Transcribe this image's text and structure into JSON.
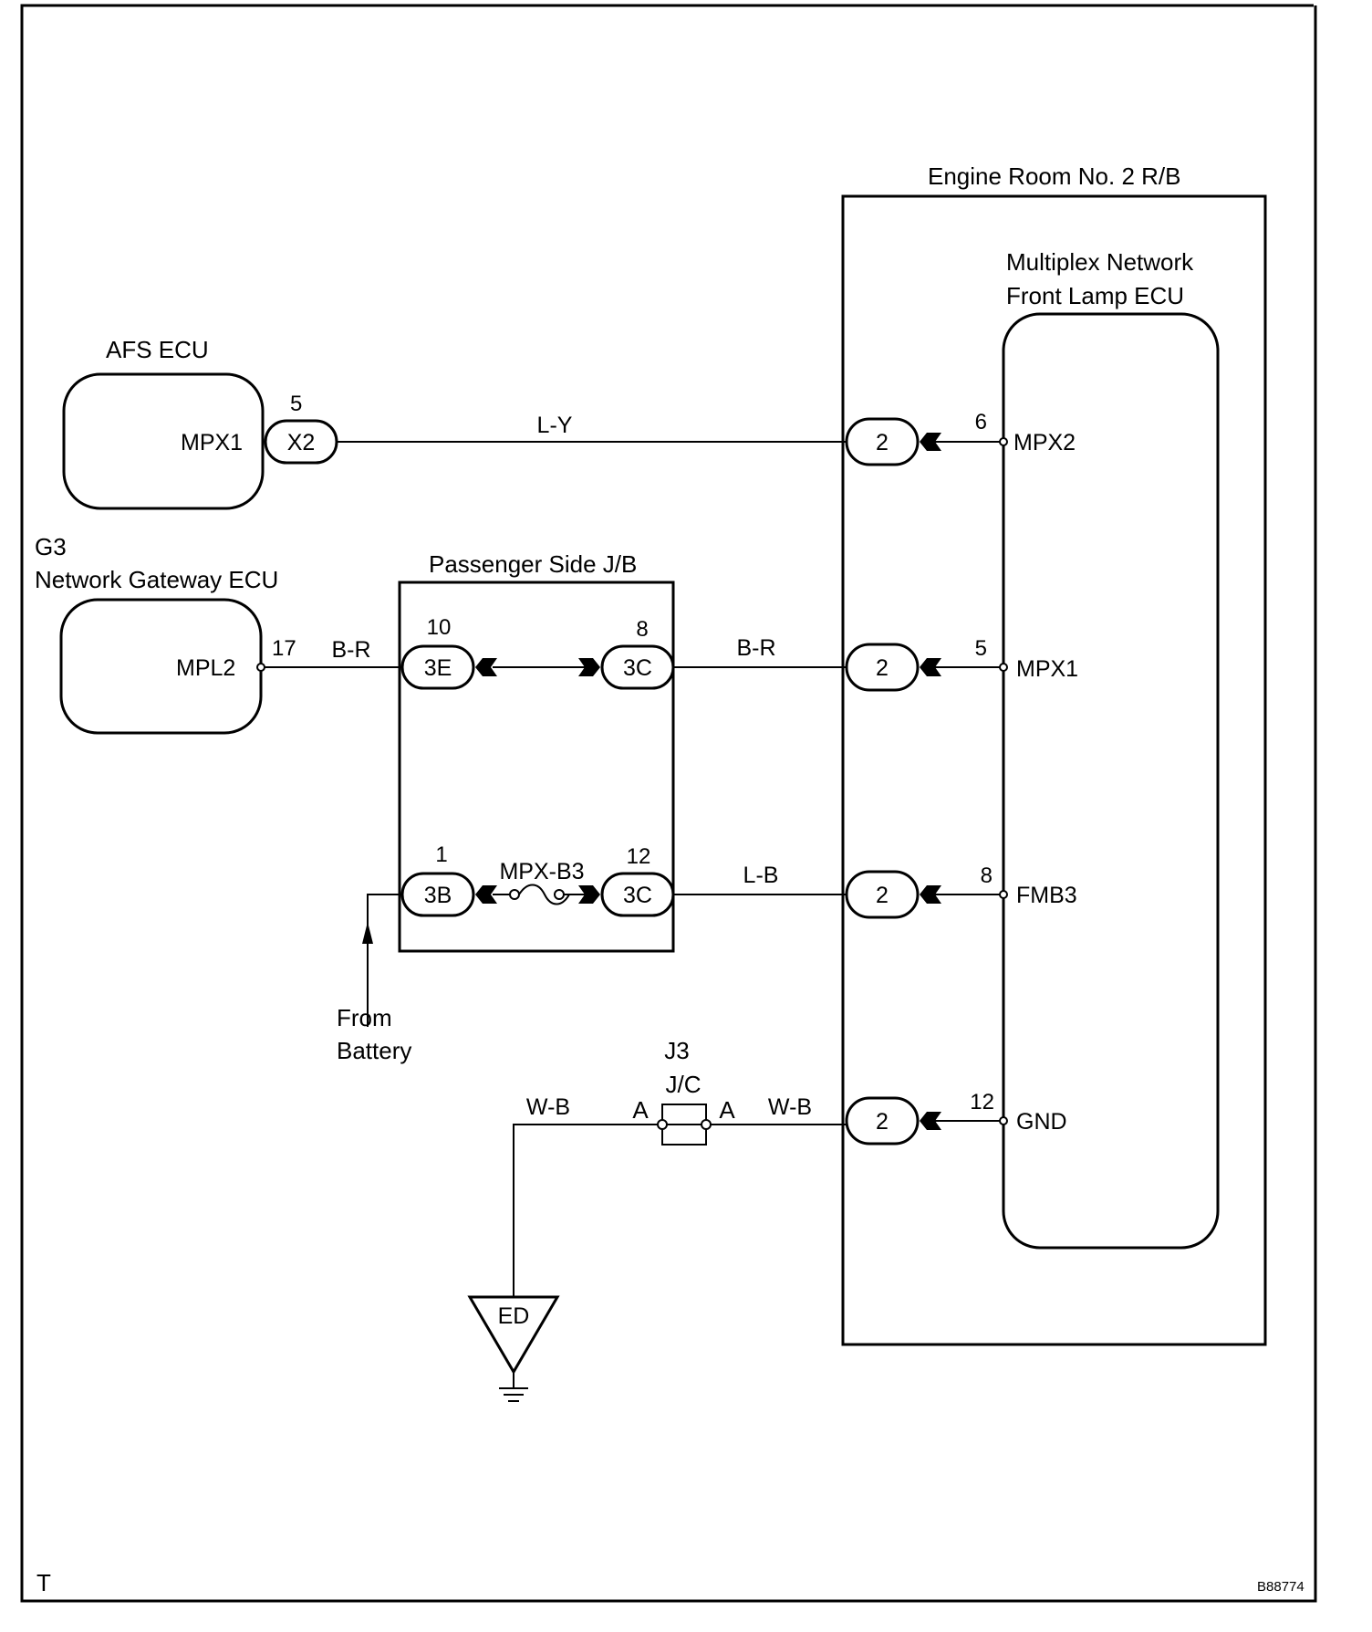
{
  "frame": {
    "corner_mark": "T",
    "figure_id": "B88774"
  },
  "engine_room_rb": {
    "title": "Engine Room No. 2 R/B",
    "connector_label": "2",
    "ecu": {
      "name_line1": "Multiplex Network",
      "name_line2": "Front Lamp ECU",
      "terminals": [
        {
          "pin": "6",
          "name": "MPX2"
        },
        {
          "pin": "5",
          "name": "MPX1"
        },
        {
          "pin": "8",
          "name": "FMB3"
        },
        {
          "pin": "12",
          "name": "GND"
        }
      ]
    }
  },
  "afs_ecu": {
    "name": "AFS ECU",
    "terminal": "MPX1",
    "pin": "5",
    "connector": "X2"
  },
  "gateway_ecu": {
    "code": "G3",
    "name": "Network Gateway ECU",
    "terminal": "MPL2",
    "pin": "17"
  },
  "passenger_jb": {
    "title": "Passenger Side J/B",
    "row1": {
      "left_pin": "10",
      "left_conn": "3E",
      "right_pin": "8",
      "right_conn": "3C"
    },
    "row2": {
      "left_pin": "1",
      "left_conn": "3B",
      "fuse": "MPX-B3",
      "right_pin": "12",
      "right_conn": "3C"
    }
  },
  "wires": {
    "afs_to_rb": "L-Y",
    "gw_to_jb": "B-R",
    "jb_to_rb": "B-R",
    "fuse_to_rb": "L-B",
    "ground_left": "W-B",
    "ground_right": "W-B"
  },
  "battery": {
    "line1": "From",
    "line2": "Battery"
  },
  "junction": {
    "code": "J3",
    "name": "J/C",
    "left_pin": "A",
    "right_pin": "A"
  },
  "ground": {
    "label": "ED"
  }
}
